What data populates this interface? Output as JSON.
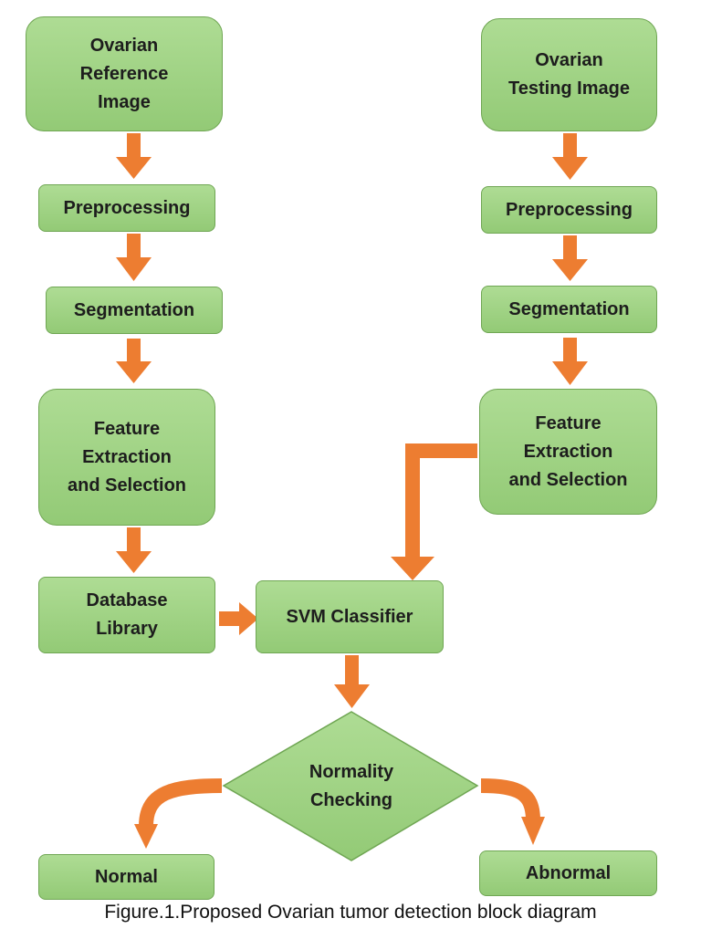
{
  "nodes": {
    "ref_image": "Ovarian\nReference\nImage",
    "test_image": "Ovarian\nTesting Image",
    "ref_preprocessing": "Preprocessing",
    "test_preprocessing": "Preprocessing",
    "ref_segmentation": "Segmentation",
    "test_segmentation": "Segmentation",
    "ref_feature": "Feature\nExtraction\nand Selection",
    "test_feature": "Feature\nExtraction\nand Selection",
    "database": "Database\nLibrary",
    "svm": "SVM Classifier",
    "normality": "Normality\nChecking",
    "normal": "Normal",
    "abnormal": "Abnormal"
  },
  "caption": "Figure.1.Proposed Ovarian tumor detection block diagram",
  "colors": {
    "box_fill": "#9ed185",
    "box_border": "#6fa653",
    "arrow": "#ed7d31"
  }
}
